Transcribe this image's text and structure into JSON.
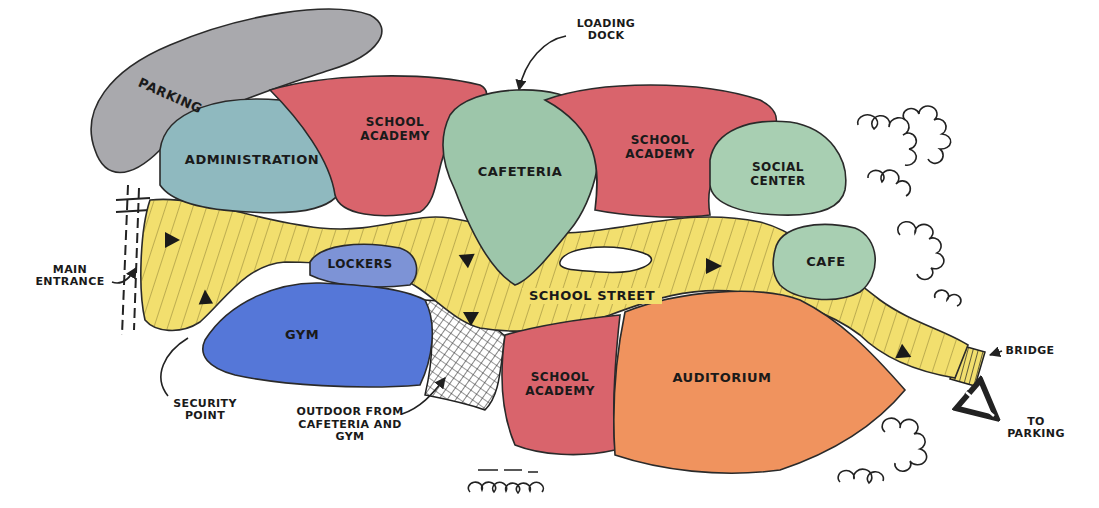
{
  "diagram": {
    "nodes": [
      {
        "text": [
          "PARKING"
        ]
      },
      {
        "text": [
          "ADMINISTRATION"
        ]
      },
      {
        "text": [
          "SCHOOL ACADEMY"
        ]
      },
      {
        "text": [
          "CAFETERIA"
        ]
      },
      {
        "text": [
          "SCHOOL ACADEMY"
        ]
      },
      {
        "text": [
          "SOCIAL CENTER"
        ]
      },
      {
        "text": [
          "CAFE"
        ]
      },
      {
        "text": [
          "LOCKERS"
        ]
      },
      {
        "text": [
          "SCHOOL STREET"
        ]
      },
      {
        "text": [
          "GYM"
        ]
      },
      {
        "text": [
          "SCHOOL ACADEMY"
        ]
      },
      {
        "text": [
          "AUDITORIUM"
        ]
      }
    ],
    "labels": [
      "LOADING DOCK",
      "MAIN ENTRANCE",
      "SECURITY POINT",
      "OUTDOOR FROM CAFETERIA AND GYM",
      "BRIDGE",
      "TO PARKING"
    ]
  }
}
